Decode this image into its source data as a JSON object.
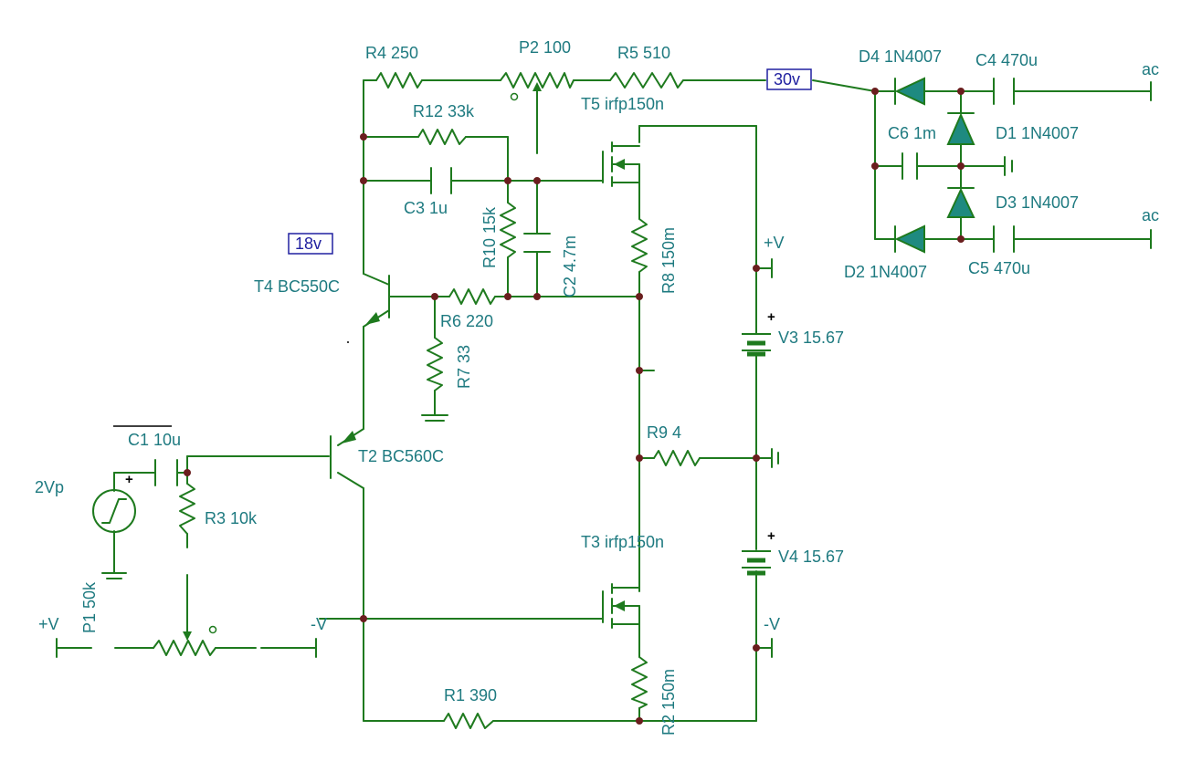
{
  "labels": {
    "r4": "R4 250",
    "p2": "P2 100",
    "r5": "R5 510",
    "d4": "D4 1N4007",
    "c4": "C4 470u",
    "ac_top": "ac",
    "r12": "R12 33k",
    "t5": "T5 irfp150n",
    "c6": "C6 1m",
    "d1": "D1 1N4007",
    "c3": "C3 1u",
    "d3": "D3 1N4007",
    "ac_bottom": "ac",
    "r10": "R10 15k",
    "c2": "C2 4.7m",
    "r8": "R8 150m",
    "vplus_right": "+V",
    "d2": "D2 1N4007",
    "c5": "C5 470u",
    "t4": "T4 BC550C",
    "r6": "R6 220",
    "v3": "V3 15.67",
    "r7": "R7 33",
    "c1": "C1 10u",
    "r9": "R9 4",
    "t2": "T2 BC560C",
    "source": "2Vp",
    "r3": "R3 10k",
    "t3": "T3 irfp150n",
    "v4": "V4 15.67",
    "p1": "P1 50k",
    "vplus_left": "+V",
    "vminus_mid": "-V",
    "vminus_right": "-V",
    "r1": "R1 390",
    "r2": "R2 150m",
    "plus_sign": "+"
  },
  "probes": {
    "v30": "30v",
    "v18": "18v"
  }
}
